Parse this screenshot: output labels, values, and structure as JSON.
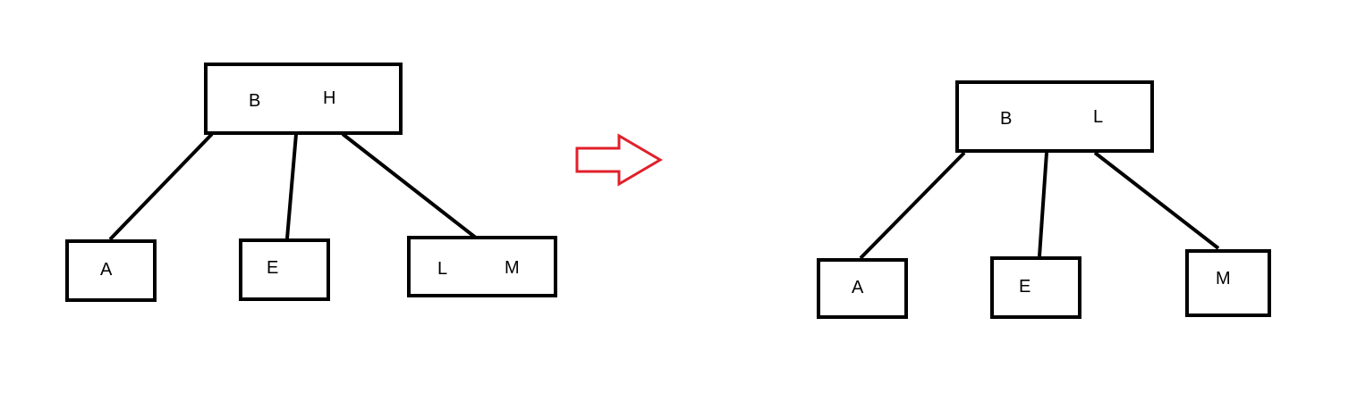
{
  "colors": {
    "line": "#000000",
    "arrow": "#e0202a",
    "background": "#ffffff"
  },
  "before_tree": {
    "root": {
      "keys": [
        "B",
        "H"
      ]
    },
    "children": [
      {
        "keys": [
          "A"
        ]
      },
      {
        "keys": [
          "E"
        ]
      },
      {
        "keys": [
          "L",
          "M"
        ]
      }
    ]
  },
  "transition_arrow": {
    "icon": "right-arrow-icon"
  },
  "after_tree": {
    "root": {
      "keys": [
        "B",
        "L"
      ]
    },
    "children": [
      {
        "keys": [
          "A"
        ]
      },
      {
        "keys": [
          "E"
        ]
      },
      {
        "keys": [
          "M"
        ]
      }
    ]
  }
}
